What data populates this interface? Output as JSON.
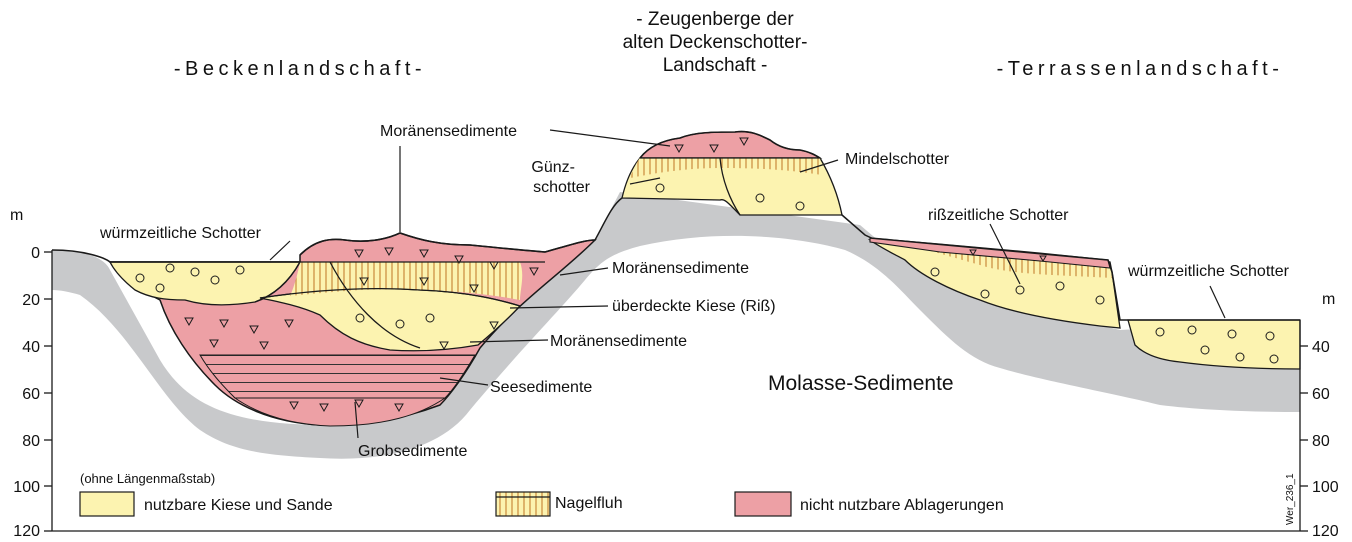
{
  "headings": {
    "left": "-Beckenlandschaft-",
    "center_line1": "- Zeugenberge der",
    "center_line2": "alten Deckenschotter-",
    "center_line3": "Landschaft -",
    "right": "-Terrassenlandschaft-"
  },
  "axis": {
    "unit_left": "m",
    "unit_right": "m",
    "left_ticks": [
      "0",
      "20",
      "40",
      "60",
      "80",
      "100",
      "120"
    ],
    "right_ticks": [
      "40",
      "60",
      "80",
      "100",
      "120"
    ]
  },
  "labels": {
    "moraene_top": "Moränensedimente",
    "guenz_1": "Günz-",
    "guenz_2": "schotter",
    "mindel": "Mindelschotter",
    "wuerm_left": "würmzeitliche Schotter",
    "moraene_mid": "Moränensedimente",
    "ueberdeckte": "überdeckte Kiese (Riß)",
    "moraene_low": "Moränensedimente",
    "seesedimente": "Seesedimente",
    "grob": "Grobsedimente",
    "molasse": "Molasse-Sedimente",
    "risszeitliche": "rißzeitliche Schotter",
    "wuerm_right": "würmzeitliche Schotter"
  },
  "legend": {
    "note": "(ohne Längenmaßstab)",
    "yellow": "nutzbare Kiese und Sande",
    "nagelfluh": "Nagelfluh",
    "red": "nicht nutzbare Ablagerungen"
  },
  "code": "Wer_236_1",
  "colors": {
    "yellow": "#fcf3b0",
    "pink": "#eda0a5",
    "grey": "#c8c9cb",
    "nagelfluh": "#d8a15a",
    "outline": "#1a1a1a"
  }
}
